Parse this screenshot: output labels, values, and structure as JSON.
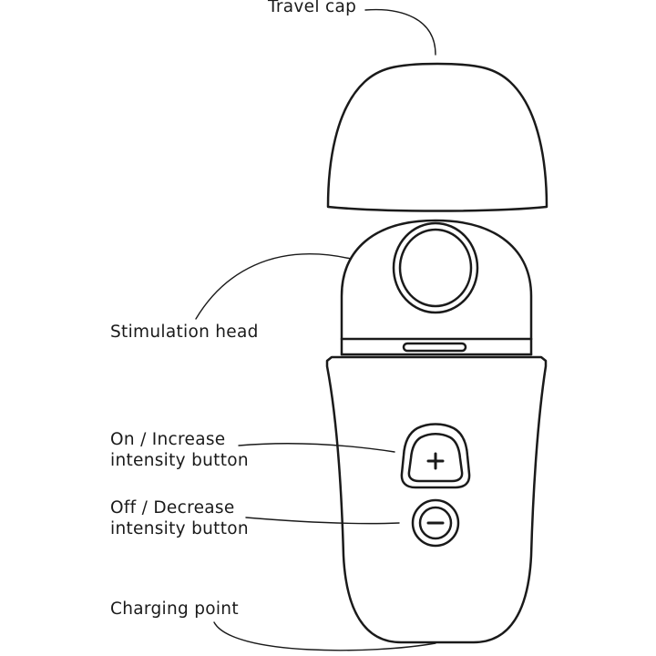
{
  "labels": {
    "travel_cap": "Travel cap",
    "stimulation_head": "Stimulation head",
    "on_button_line1": "On / Increase",
    "on_button_line2": "intensity button",
    "off_button_line1": "Off / Decrease",
    "off_button_line2": "intensity button",
    "charging_point": "Charging point"
  },
  "colors": {
    "line": "#1a1a1a",
    "background": "#ffffff"
  },
  "icons": {
    "plus_button": "plus-icon",
    "minus_button": "minus-icon"
  }
}
